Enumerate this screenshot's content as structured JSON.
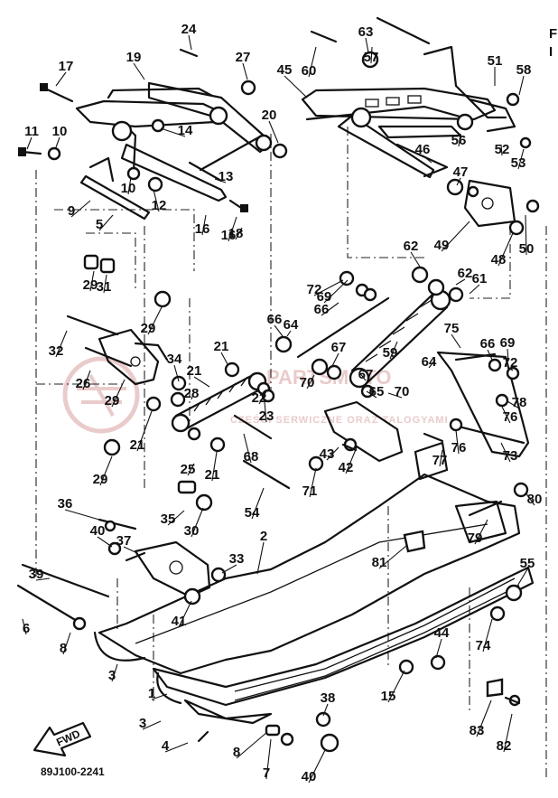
{
  "diagram": {
    "drawing_code": "89J100-2241",
    "front_arrow_label": "FWD",
    "edge_marks": [
      "F",
      "I"
    ],
    "watermark": {
      "brand": "PARTSMOTO",
      "tagline": "CZĘŚCI SERWICZNE ORAZ TALOGYAMI"
    },
    "callouts": [
      "1",
      "2",
      "3",
      "3",
      "4",
      "5",
      "6",
      "7",
      "8",
      "8",
      "9",
      "10",
      "10",
      "11",
      "12",
      "13",
      "14",
      "15",
      "16",
      "16",
      "17",
      "18",
      "19",
      "20",
      "21",
      "21",
      "21",
      "21",
      "22",
      "23",
      "24",
      "25",
      "26",
      "27",
      "28",
      "29",
      "29",
      "29",
      "29",
      "30",
      "31",
      "32",
      "33",
      "34",
      "35",
      "36",
      "37",
      "38",
      "39",
      "40",
      "40",
      "41",
      "42",
      "43",
      "44",
      "45",
      "46",
      "47",
      "48",
      "49",
      "50",
      "51",
      "52",
      "53",
      "54",
      "55",
      "56",
      "57",
      "58",
      "59",
      "60",
      "61",
      "62",
      "62",
      "63",
      "64",
      "64",
      "65",
      "66",
      "66",
      "66",
      "67",
      "67",
      "68",
      "69",
      "69",
      "70",
      "70",
      "71",
      "72",
      "72",
      "73",
      "74",
      "75",
      "76",
      "76",
      "77",
      "78",
      "79",
      "80",
      "81",
      "82",
      "83"
    ]
  },
  "colors": {
    "line": "#111111",
    "background": "#ffffff",
    "watermark": "#d9a0a0"
  }
}
